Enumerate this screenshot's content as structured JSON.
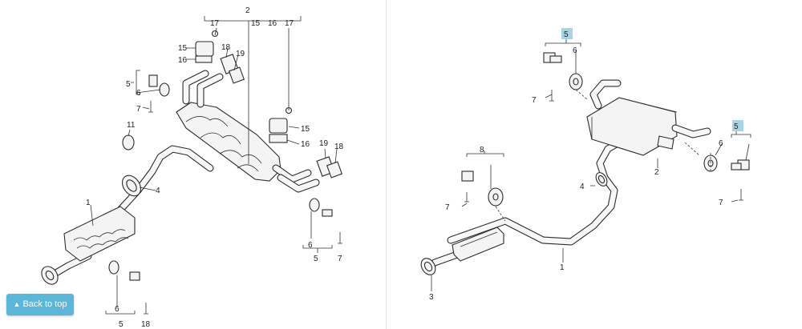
{
  "left_diagram": {
    "callouts": {
      "l1": "1",
      "l2": "2",
      "l4": "4",
      "l5a": "5",
      "l5b": "5",
      "l5c": "5",
      "l6a": "6",
      "l6b": "6",
      "l6c": "6",
      "l7a": "7",
      "l7b": "7",
      "l11": "11",
      "l15a": "15",
      "l15b": "15",
      "l15c": "15",
      "l16a": "16",
      "l16b": "16",
      "l16c": "16",
      "l17a": "17",
      "l17b": "17",
      "l18a": "18",
      "l18b": "18",
      "l19a": "19",
      "l19b": "19",
      "l18c": "18"
    }
  },
  "right_diagram": {
    "callouts": {
      "r1": "1",
      "r2": "2",
      "r3": "3",
      "r4": "4",
      "r5a": "5",
      "r5b": "5",
      "r6a": "6",
      "r6b": "6",
      "r7a": "7",
      "r7b": "7",
      "r7c": "7",
      "r8": "8"
    },
    "highlight_color": "#a9d4e6"
  },
  "back_to_top": {
    "label": "Back to top",
    "arrow": "▲"
  }
}
